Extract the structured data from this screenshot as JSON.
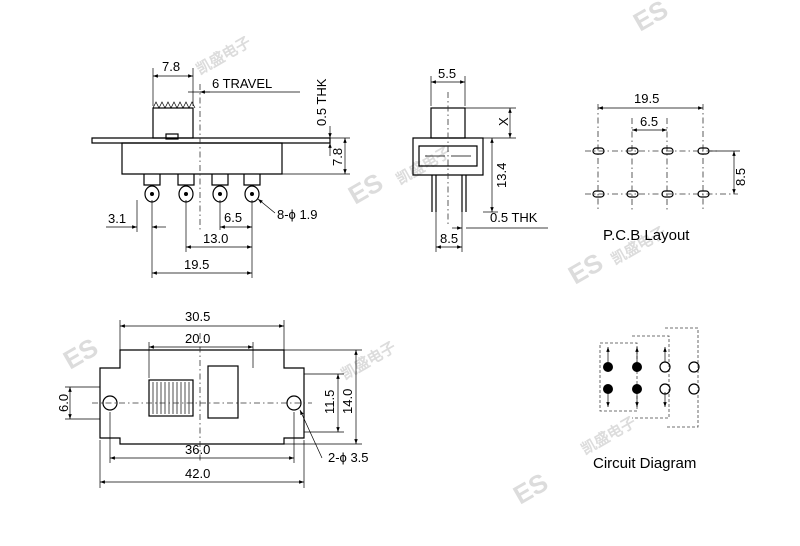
{
  "side_view": {
    "dim_knob_width": "7.8",
    "dim_travel": "6 TRAVEL",
    "dim_plate_thk": "0.5 THK",
    "dim_body_height": "7.8",
    "dim_pin_offset": "3.1",
    "dim_pin_pitch": "6.5",
    "dim_pin_span_13": "13.0",
    "dim_pin_span_19": "19.5",
    "dim_pin_holes": "8-ϕ 1.9"
  },
  "end_view": {
    "dim_knob_width": "5.5",
    "dim_x": "X",
    "dim_height": "13.4",
    "dim_pin_thk": "0.5 THK",
    "dim_width": "8.5"
  },
  "pcb_layout": {
    "title": "P.C.B Layout",
    "dim_width": "19.5",
    "dim_pitch": "6.5",
    "dim_row_spacing": "8.5"
  },
  "top_view": {
    "dim_30_5": "30.5",
    "dim_20_0": "20.0",
    "dim_6_0": "6.0",
    "dim_11_5": "11.5",
    "dim_14_0": "14.0",
    "dim_36_0": "36.0",
    "dim_42_0": "42.0",
    "dim_mount_holes": "2-ϕ 3.5"
  },
  "circuit": {
    "title": "Circuit Diagram"
  },
  "watermark": {
    "logo_text": "ES",
    "cjk_text": "凯盛电子"
  }
}
